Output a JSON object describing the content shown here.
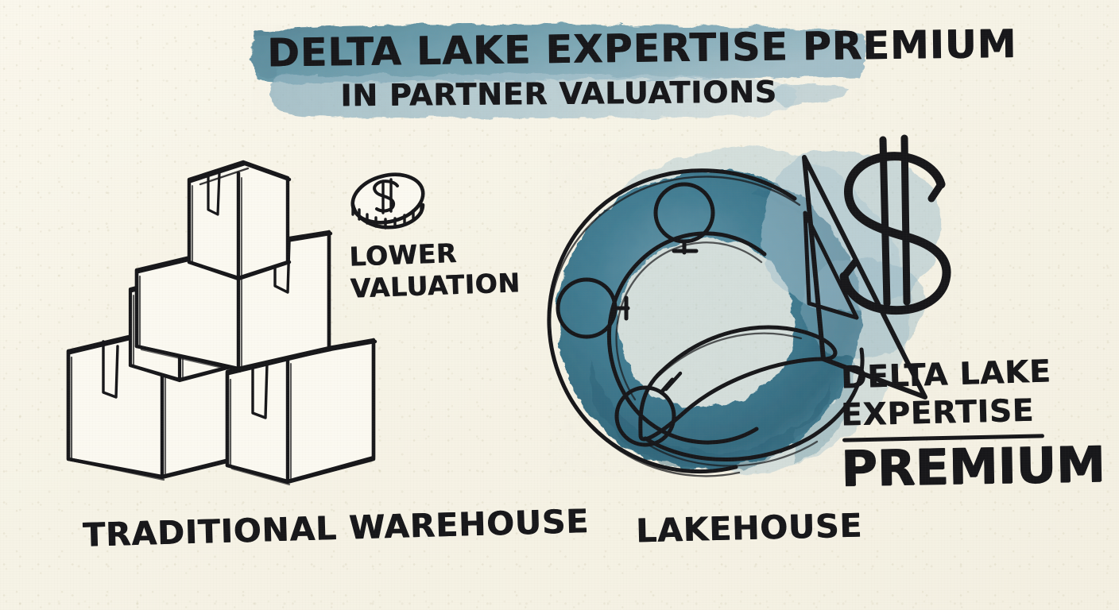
{
  "meta": {
    "style": "hand-drawn whiteboard sketch on cream paper",
    "background_color": "#f7f4e8",
    "ink_color": "#17171a",
    "watercolor_teal": "#2f6b80",
    "watercolor_teal_light": "#7ea7b6",
    "watercolor_banner": "#5b8a9a"
  },
  "title": {
    "main": "DELTA LAKE EXPERTISE PREMIUM",
    "subtitle": "IN PARTNER VALUATIONS"
  },
  "left_panel": {
    "illustration": "stacked-cardboard-boxes",
    "box_count": 5,
    "coin_icon": "dollar-coin-icon",
    "annotation_line1": "LOWER",
    "annotation_line2": "VALUATION",
    "caption": "TRADITIONAL WAREHOUSE"
  },
  "right_panel": {
    "illustration": "delta-lake-ring-logo",
    "node_count": 3,
    "currency_icon": "dollar-sign-icon",
    "caption": "LAKEHOUSE",
    "callout_line1": "DELTA LAKE",
    "callout_line2": "EXPERTISE",
    "callout_emphasis": "PREMIUM"
  }
}
